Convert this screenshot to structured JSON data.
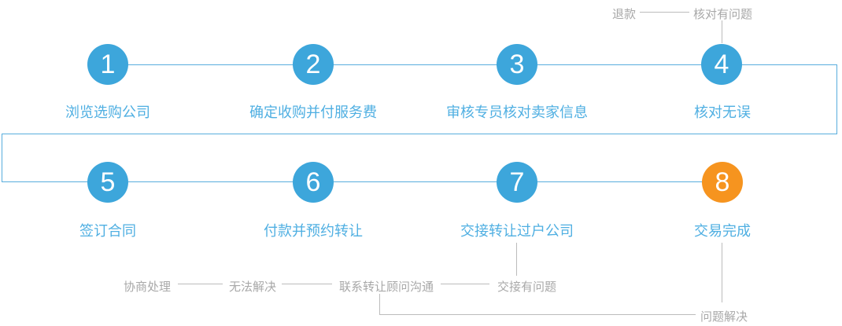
{
  "diagram": {
    "type": "flowchart",
    "steps": [
      {
        "num": "1",
        "label": "浏览选购公司"
      },
      {
        "num": "2",
        "label": "确定收购并付服务费"
      },
      {
        "num": "3",
        "label": "审核专员核对卖家信息"
      },
      {
        "num": "4",
        "label": "核对无误"
      },
      {
        "num": "5",
        "label": "签订合同"
      },
      {
        "num": "6",
        "label": "付款并预约转让"
      },
      {
        "num": "7",
        "label": "交接转让过户公司"
      },
      {
        "num": "8",
        "label": "交易完成"
      }
    ],
    "annotations": {
      "refund": "退款",
      "check_problem": "核对有问题",
      "negotiate": "协商处理",
      "cannot_resolve": "无法解决",
      "contact_consultant": "联系转让顾问沟通",
      "handover_problem": "交接有问题",
      "problem_solved": "问题解决"
    },
    "colors": {
      "step_circle_blue": "#3da6db",
      "step_circle_orange": "#f6941f",
      "flow_line_blue": "#58addd",
      "step_label_blue": "#4fafe2",
      "annotation_text_gray": "#a8a8a8",
      "annotation_line_gray": "#bcbcbc"
    }
  }
}
